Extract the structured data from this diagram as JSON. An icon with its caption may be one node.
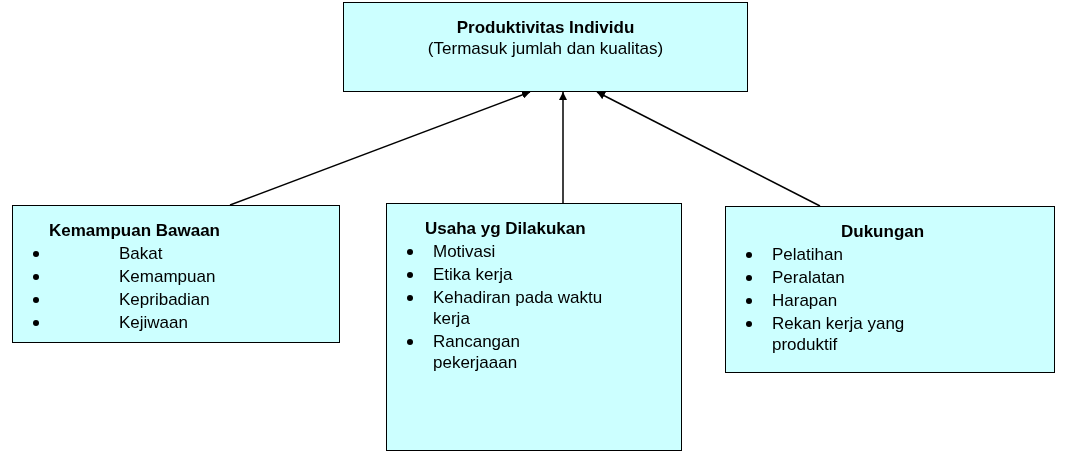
{
  "diagram": {
    "nodes": [
      {
        "text": [
          "Produktivitas Individu",
          "(Termasuk jumlah dan kualitas)"
        ]
      },
      {
        "text": [
          "Kemampuan Bawaan",
          "Bakat",
          "Kemampuan",
          "Kepribadian",
          "Kejiwaan"
        ]
      },
      {
        "text": [
          "Usaha yg Dilakukan",
          "Motivasi",
          "Etika kerja",
          "Kehadiran pada waktu kerja",
          "Rancangan pekerjaaan"
        ]
      },
      {
        "text": [
          "Dukungan",
          "Pelatihan",
          "Peralatan",
          "Harapan",
          "Rekan kerja yang produktif"
        ]
      }
    ],
    "edges": [
      {
        "from": 1,
        "to": 0,
        "arrow": "to"
      },
      {
        "from": 2,
        "to": 0,
        "arrow": "to"
      },
      {
        "from": 3,
        "to": 0,
        "arrow": "to"
      }
    ]
  }
}
